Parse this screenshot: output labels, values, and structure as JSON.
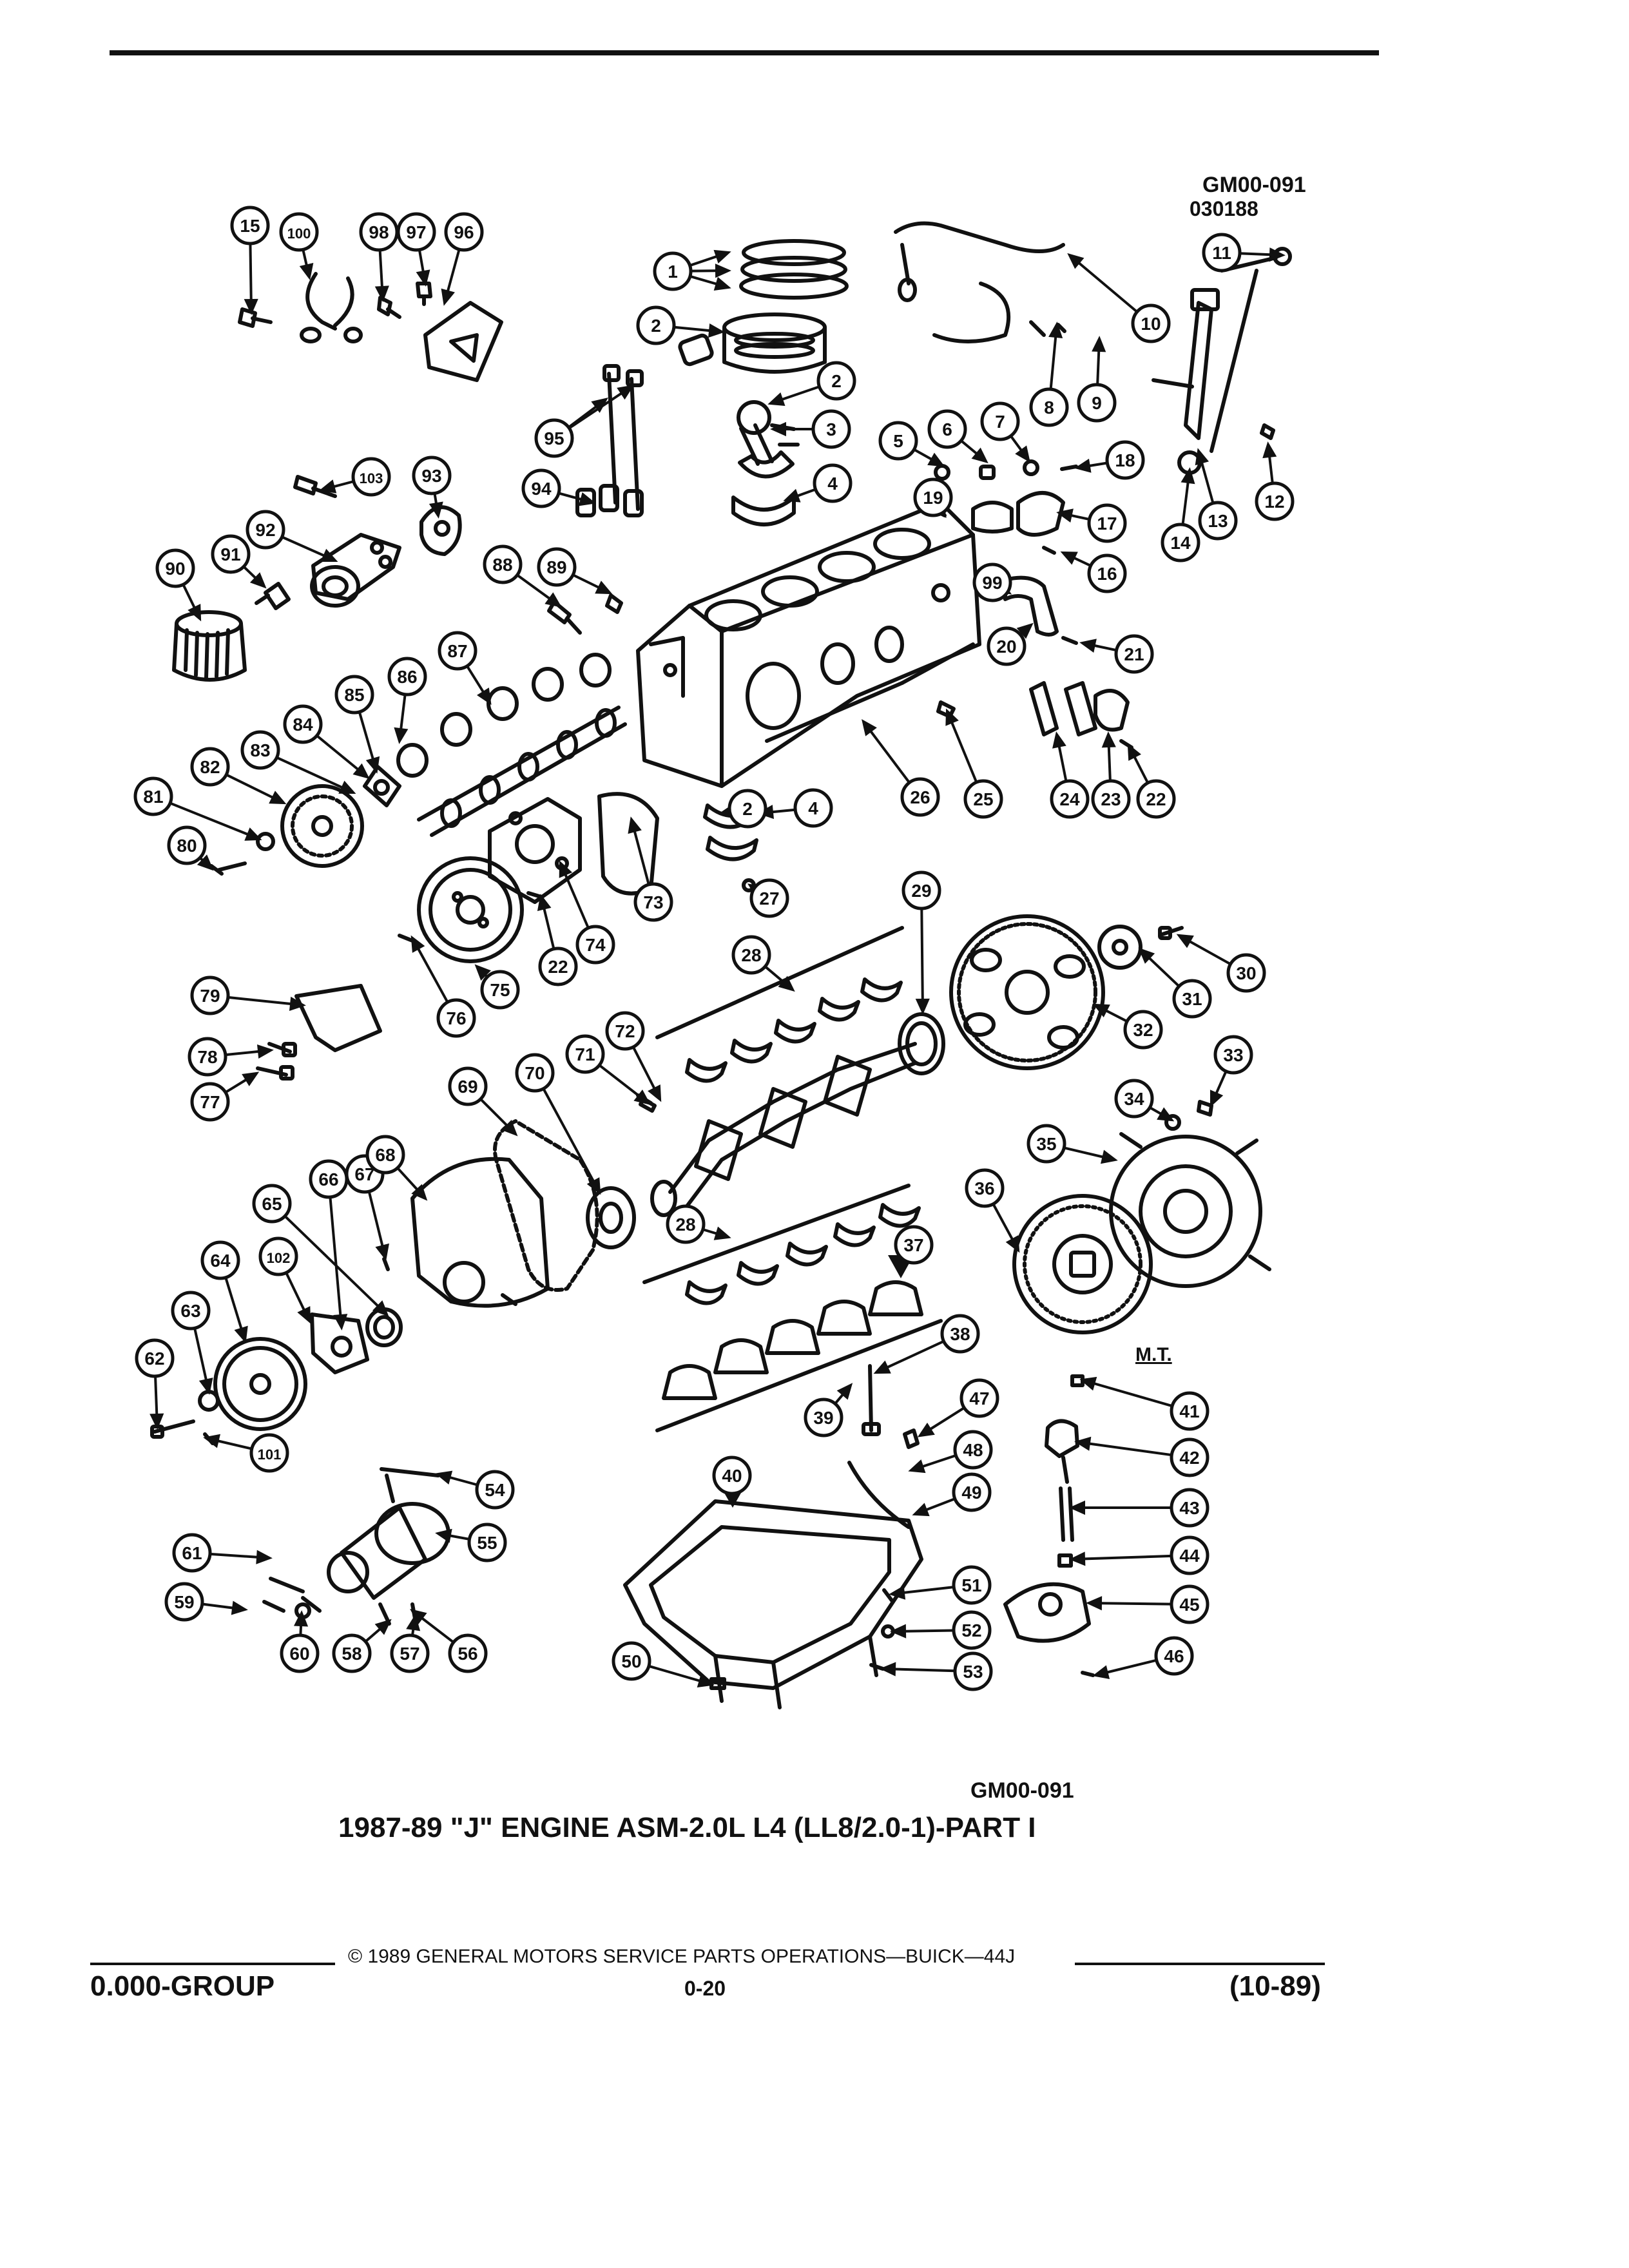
{
  "page": {
    "top_code": "GM00-091",
    "top_date": "030188",
    "bottom_code": "GM00-091",
    "title": "1987-89 \"J\" ENGINE ASM-2.0L L4 (LL8/2.0-1)-PART I",
    "copyright": "© 1989  GENERAL MOTORS SERVICE PARTS OPERATIONS—BUICK—44J",
    "group": "0.000-GROUP",
    "page_number": "0-20",
    "revision": "(10-89)",
    "mt_label": "M.T."
  },
  "callouts": [
    "1",
    "2",
    "2",
    "2",
    "3",
    "4",
    "4",
    "5",
    "6",
    "7",
    "8",
    "9",
    "10",
    "11",
    "12",
    "13",
    "14",
    "15",
    "16",
    "17",
    "18",
    "19",
    "20",
    "21",
    "22",
    "22",
    "23",
    "24",
    "25",
    "26",
    "27",
    "28",
    "28",
    "29",
    "30",
    "31",
    "32",
    "33",
    "34",
    "35",
    "36",
    "37",
    "38",
    "39",
    "40",
    "41",
    "42",
    "43",
    "44",
    "45",
    "46",
    "47",
    "48",
    "49",
    "50",
    "51",
    "52",
    "53",
    "54",
    "55",
    "56",
    "57",
    "58",
    "59",
    "60",
    "61",
    "62",
    "63",
    "64",
    "65",
    "66",
    "67",
    "68",
    "69",
    "70",
    "71",
    "72",
    "73",
    "74",
    "75",
    "76",
    "77",
    "78",
    "79",
    "80",
    "81",
    "82",
    "83",
    "84",
    "85",
    "86",
    "87",
    "88",
    "89",
    "90",
    "91",
    "92",
    "93",
    "94",
    "95",
    "96",
    "97",
    "98",
    "100",
    "101",
    "102",
    "103",
    "99"
  ],
  "colors": {
    "ink": "#111111",
    "paper": "#ffffff"
  }
}
